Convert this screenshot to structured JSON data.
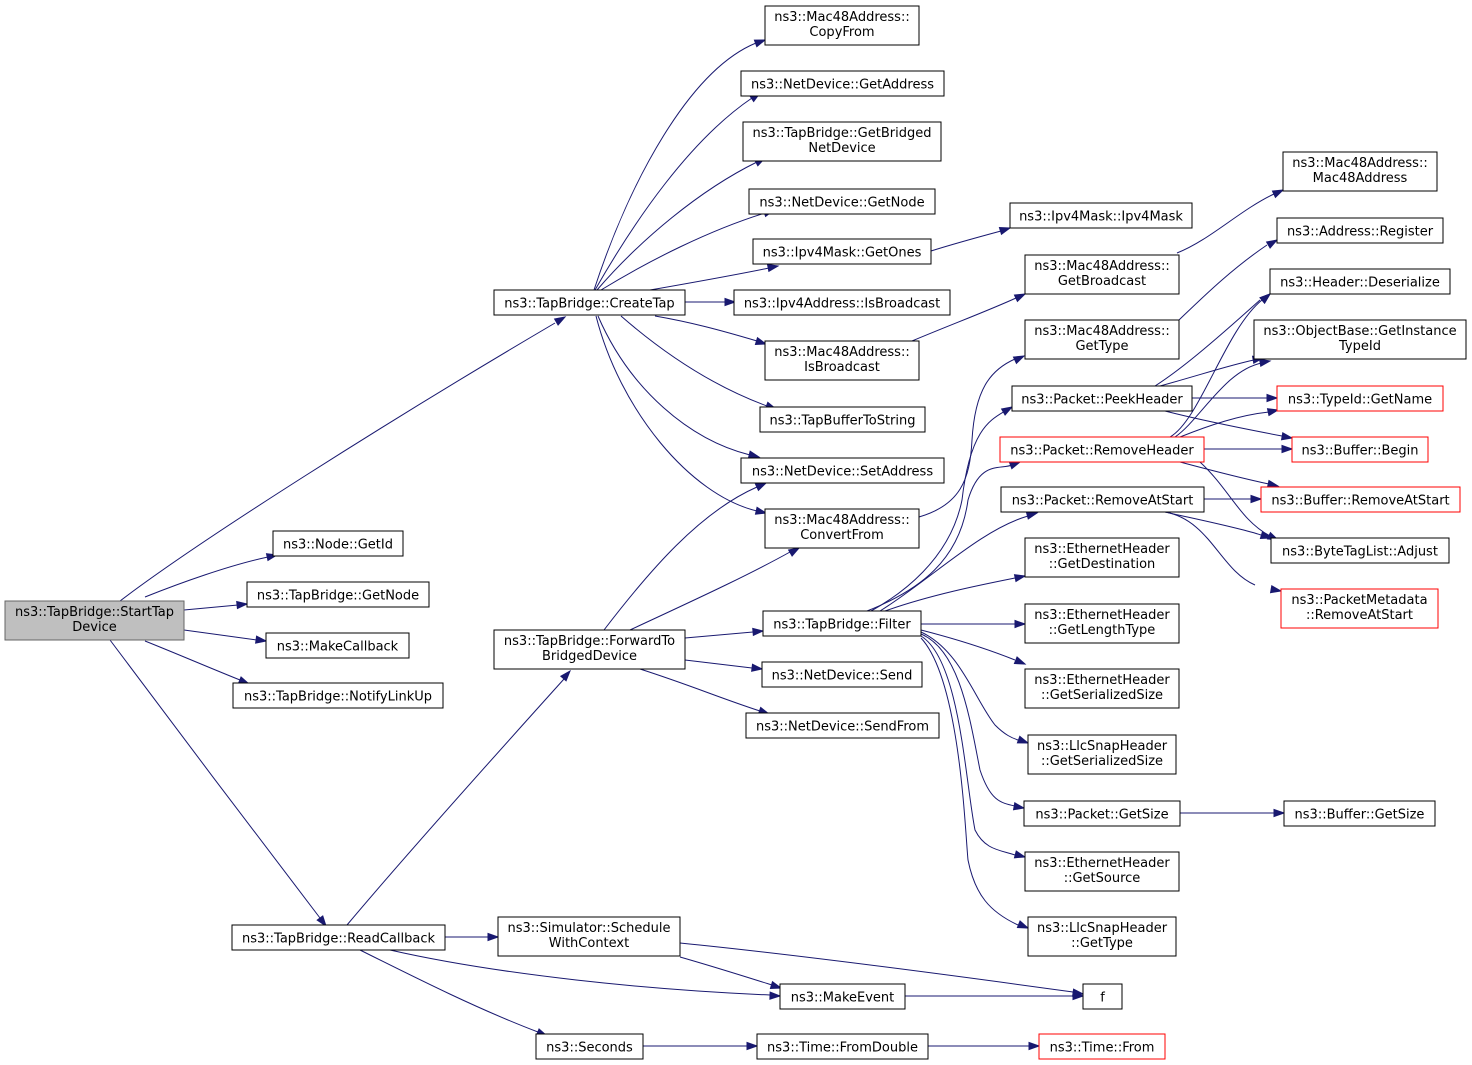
{
  "colors": {
    "edge": "#191970",
    "node_border": "#000000",
    "root_fill": "#bfbfbf",
    "root_border": "#666666",
    "truncated_border": "#ff0000",
    "background": "#ffffff"
  },
  "nodes": {
    "start_tap": [
      "ns3::TapBridge::StartTap",
      "Device"
    ],
    "create_tap": [
      "ns3::TapBridge::CreateTap"
    ],
    "node_get_id": [
      "ns3::Node::GetId"
    ],
    "get_node": [
      "ns3::TapBridge::GetNode"
    ],
    "make_callback": [
      "ns3::MakeCallback"
    ],
    "notify_link_up": [
      "ns3::TapBridge::NotifyLinkUp"
    ],
    "read_callback": [
      "ns3::TapBridge::ReadCallback"
    ],
    "forward_to_bridged": [
      "ns3::TapBridge::ForwardTo",
      "BridgedDevice"
    ],
    "copy_from": [
      "ns3::Mac48Address::",
      "CopyFrom"
    ],
    "netdev_get_address": [
      "ns3::NetDevice::GetAddress"
    ],
    "get_bridged_netdevice": [
      "ns3::TapBridge::GetBridged",
      "NetDevice"
    ],
    "netdev_get_node": [
      "ns3::NetDevice::GetNode"
    ],
    "ipv4mask_get_ones": [
      "ns3::Ipv4Mask::GetOnes"
    ],
    "ipv4addr_is_broadcast": [
      "ns3::Ipv4Address::IsBroadcast"
    ],
    "mac48_is_broadcast": [
      "ns3::Mac48Address::",
      "IsBroadcast"
    ],
    "tap_buffer_to_string": [
      "ns3::TapBufferToString"
    ],
    "netdev_set_address": [
      "ns3::NetDevice::SetAddress"
    ],
    "mac48_convert_from": [
      "ns3::Mac48Address::",
      "ConvertFrom"
    ],
    "tapbridge_filter": [
      "ns3::TapBridge::Filter"
    ],
    "netdev_send": [
      "ns3::NetDevice::Send"
    ],
    "netdev_send_from": [
      "ns3::NetDevice::SendFrom"
    ],
    "schedule_with_context": [
      "ns3::Simulator::Schedule",
      "WithContext"
    ],
    "make_event": [
      "ns3::MakeEvent"
    ],
    "seconds": [
      "ns3::Seconds"
    ],
    "time_from_double": [
      "ns3::Time::FromDouble"
    ],
    "f": [
      "f"
    ],
    "time_from": [
      "ns3::Time::From"
    ],
    "ipv4mask_ctor": [
      "ns3::Ipv4Mask::Ipv4Mask"
    ],
    "mac48_get_broadcast": [
      "ns3::Mac48Address::",
      "GetBroadcast"
    ],
    "mac48_get_type": [
      "ns3::Mac48Address::",
      "GetType"
    ],
    "packet_peek_header": [
      "ns3::Packet::PeekHeader"
    ],
    "packet_remove_header": [
      "ns3::Packet::RemoveHeader"
    ],
    "packet_remove_at_start": [
      "ns3::Packet::RemoveAtStart"
    ],
    "eth_get_destination": [
      "ns3::EthernetHeader",
      "::GetDestination"
    ],
    "eth_get_length_type": [
      "ns3::EthernetHeader",
      "::GetLengthType"
    ],
    "eth_get_serialized_size": [
      "ns3::EthernetHeader",
      "::GetSerializedSize"
    ],
    "llc_get_serialized_size": [
      "ns3::LlcSnapHeader",
      "::GetSerializedSize"
    ],
    "packet_get_size": [
      "ns3::Packet::GetSize"
    ],
    "eth_get_source": [
      "ns3::EthernetHeader",
      "::GetSource"
    ],
    "llc_get_type": [
      "ns3::LlcSnapHeader",
      "::GetType"
    ],
    "mac48_ctor": [
      "ns3::Mac48Address::",
      "Mac48Address"
    ],
    "address_register": [
      "ns3::Address::Register"
    ],
    "header_deserialize": [
      "ns3::Header::Deserialize"
    ],
    "objectbase_get_instance_typeid": [
      "ns3::ObjectBase::GetInstance",
      "TypeId"
    ],
    "typeid_get_name": [
      "ns3::TypeId::GetName"
    ],
    "buffer_begin": [
      "ns3::Buffer::Begin"
    ],
    "buffer_remove_at_start": [
      "ns3::Buffer::RemoveAtStart"
    ],
    "bytetaglist_adjust": [
      "ns3::ByteTagList::Adjust"
    ],
    "packetmetadata_remove_at_start": [
      "ns3::PacketMetadata",
      "::RemoveAtStart"
    ],
    "buffer_get_size": [
      "ns3::Buffer::GetSize"
    ]
  }
}
